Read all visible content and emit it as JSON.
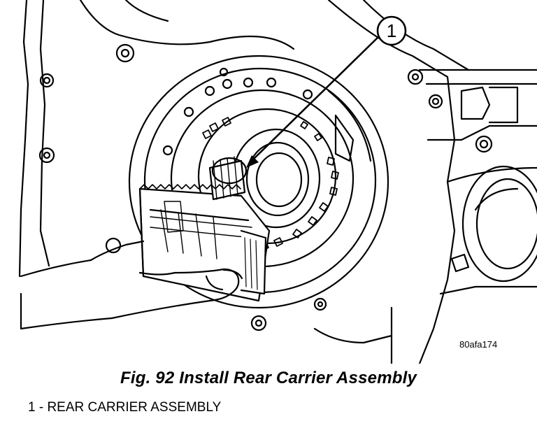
{
  "figure": {
    "callout_number": "1",
    "image_code": "80afa174",
    "caption": "Fig. 92 Install Rear Carrier Assembly"
  },
  "legend": [
    {
      "text": "1 - REAR CARRIER ASSEMBLY"
    }
  ]
}
